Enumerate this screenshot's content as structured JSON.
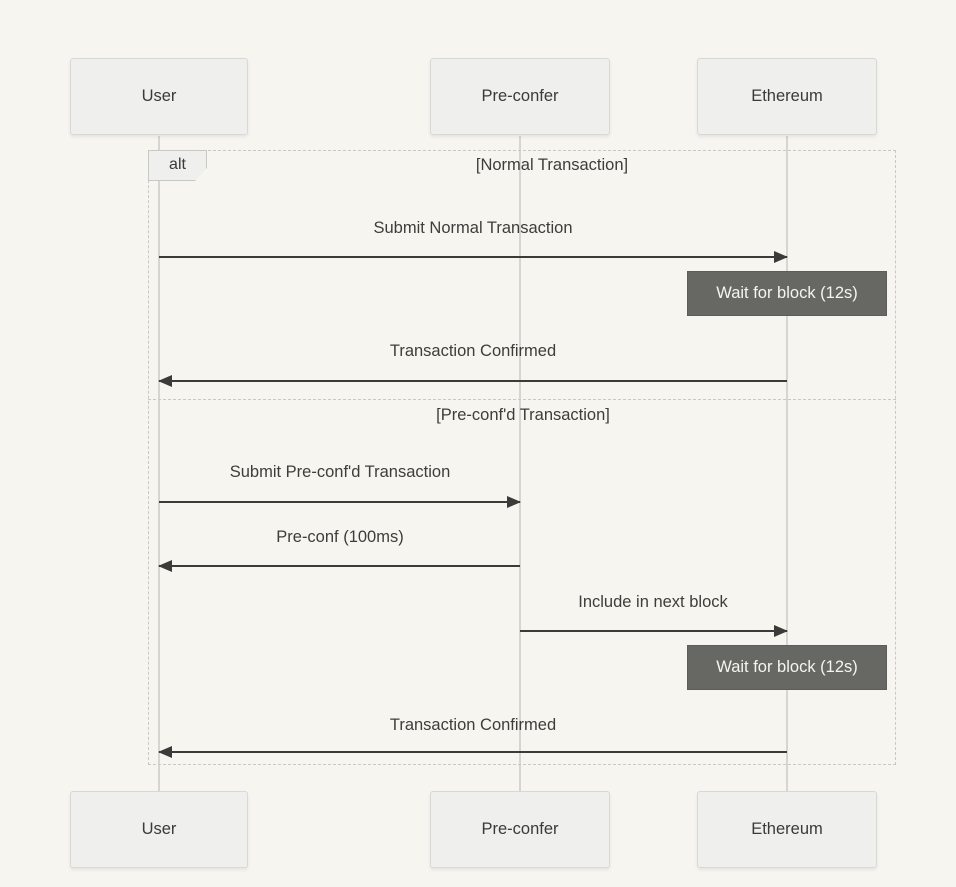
{
  "diagram": {
    "type": "sequence-diagram",
    "actors": [
      {
        "name": "User"
      },
      {
        "name": "Pre-confer"
      },
      {
        "name": "Ethereum"
      }
    ],
    "alt_frame": {
      "operator": "alt",
      "sections": [
        {
          "label": "[Normal Transaction]"
        },
        {
          "label": "[Pre-conf'd Transaction]"
        }
      ]
    },
    "messages": [
      {
        "from": "User",
        "to": "Ethereum",
        "text": "Submit Normal Transaction"
      },
      {
        "from": "Ethereum",
        "to": "User",
        "text": "Transaction Confirmed"
      },
      {
        "from": "User",
        "to": "Pre-confer",
        "text": "Submit Pre-conf'd Transaction"
      },
      {
        "from": "Pre-confer",
        "to": "User",
        "text": "Pre-conf (100ms)"
      },
      {
        "from": "Pre-confer",
        "to": "Ethereum",
        "text": "Include in next block"
      },
      {
        "from": "Ethereum",
        "to": "User",
        "text": "Transaction Confirmed"
      }
    ],
    "notes": [
      {
        "over": "Ethereum",
        "text": "Wait for block (12s)"
      },
      {
        "over": "Ethereum",
        "text": "Wait for block (12s)"
      }
    ],
    "colors": {
      "background": "#f6f5f0",
      "actor_fill": "#efefee",
      "actor_border": "#d8d8d5",
      "lifeline": "#d6d5d2",
      "arrow": "#3b3b39",
      "text": "#3d3d3b",
      "note_fill": "#676764",
      "note_text": "#f5f4f0",
      "frame_border": "#c8c8c4"
    }
  }
}
